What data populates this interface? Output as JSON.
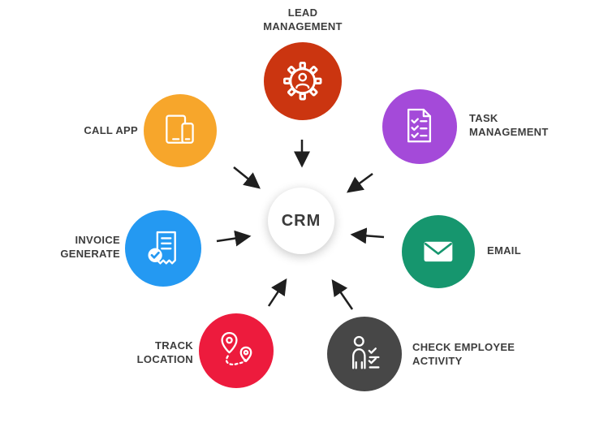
{
  "diagram": {
    "center": {
      "label": "CRM",
      "color": "#ffffff",
      "text_color": "#3a3a3a"
    },
    "arrow_color": "#1f1f1f",
    "nodes": [
      {
        "id": "lead-management",
        "label": "LEAD\nMANAGEMENT",
        "color": "#cb3510",
        "icon": "gear-person-icon"
      },
      {
        "id": "task-management",
        "label": "TASK\nMANAGEMENT",
        "color": "#a44ad9",
        "icon": "checklist-document-icon"
      },
      {
        "id": "email",
        "label": "EMAIL",
        "color": "#16966e",
        "icon": "envelope-icon"
      },
      {
        "id": "check-employee-activity",
        "label": "CHECK EMPLOYEE\nACTIVITY",
        "color": "#474747",
        "icon": "employee-checklist-icon"
      },
      {
        "id": "track-location",
        "label": "TRACK\nLOCATION",
        "color": "#ed1b3d",
        "icon": "map-route-icon"
      },
      {
        "id": "invoice-generate",
        "label": "INVOICE\nGENERATE",
        "color": "#2499f2",
        "icon": "invoice-check-icon"
      },
      {
        "id": "call-app",
        "label": "CALL APP",
        "color": "#f7a62b",
        "icon": "devices-icon"
      }
    ]
  }
}
